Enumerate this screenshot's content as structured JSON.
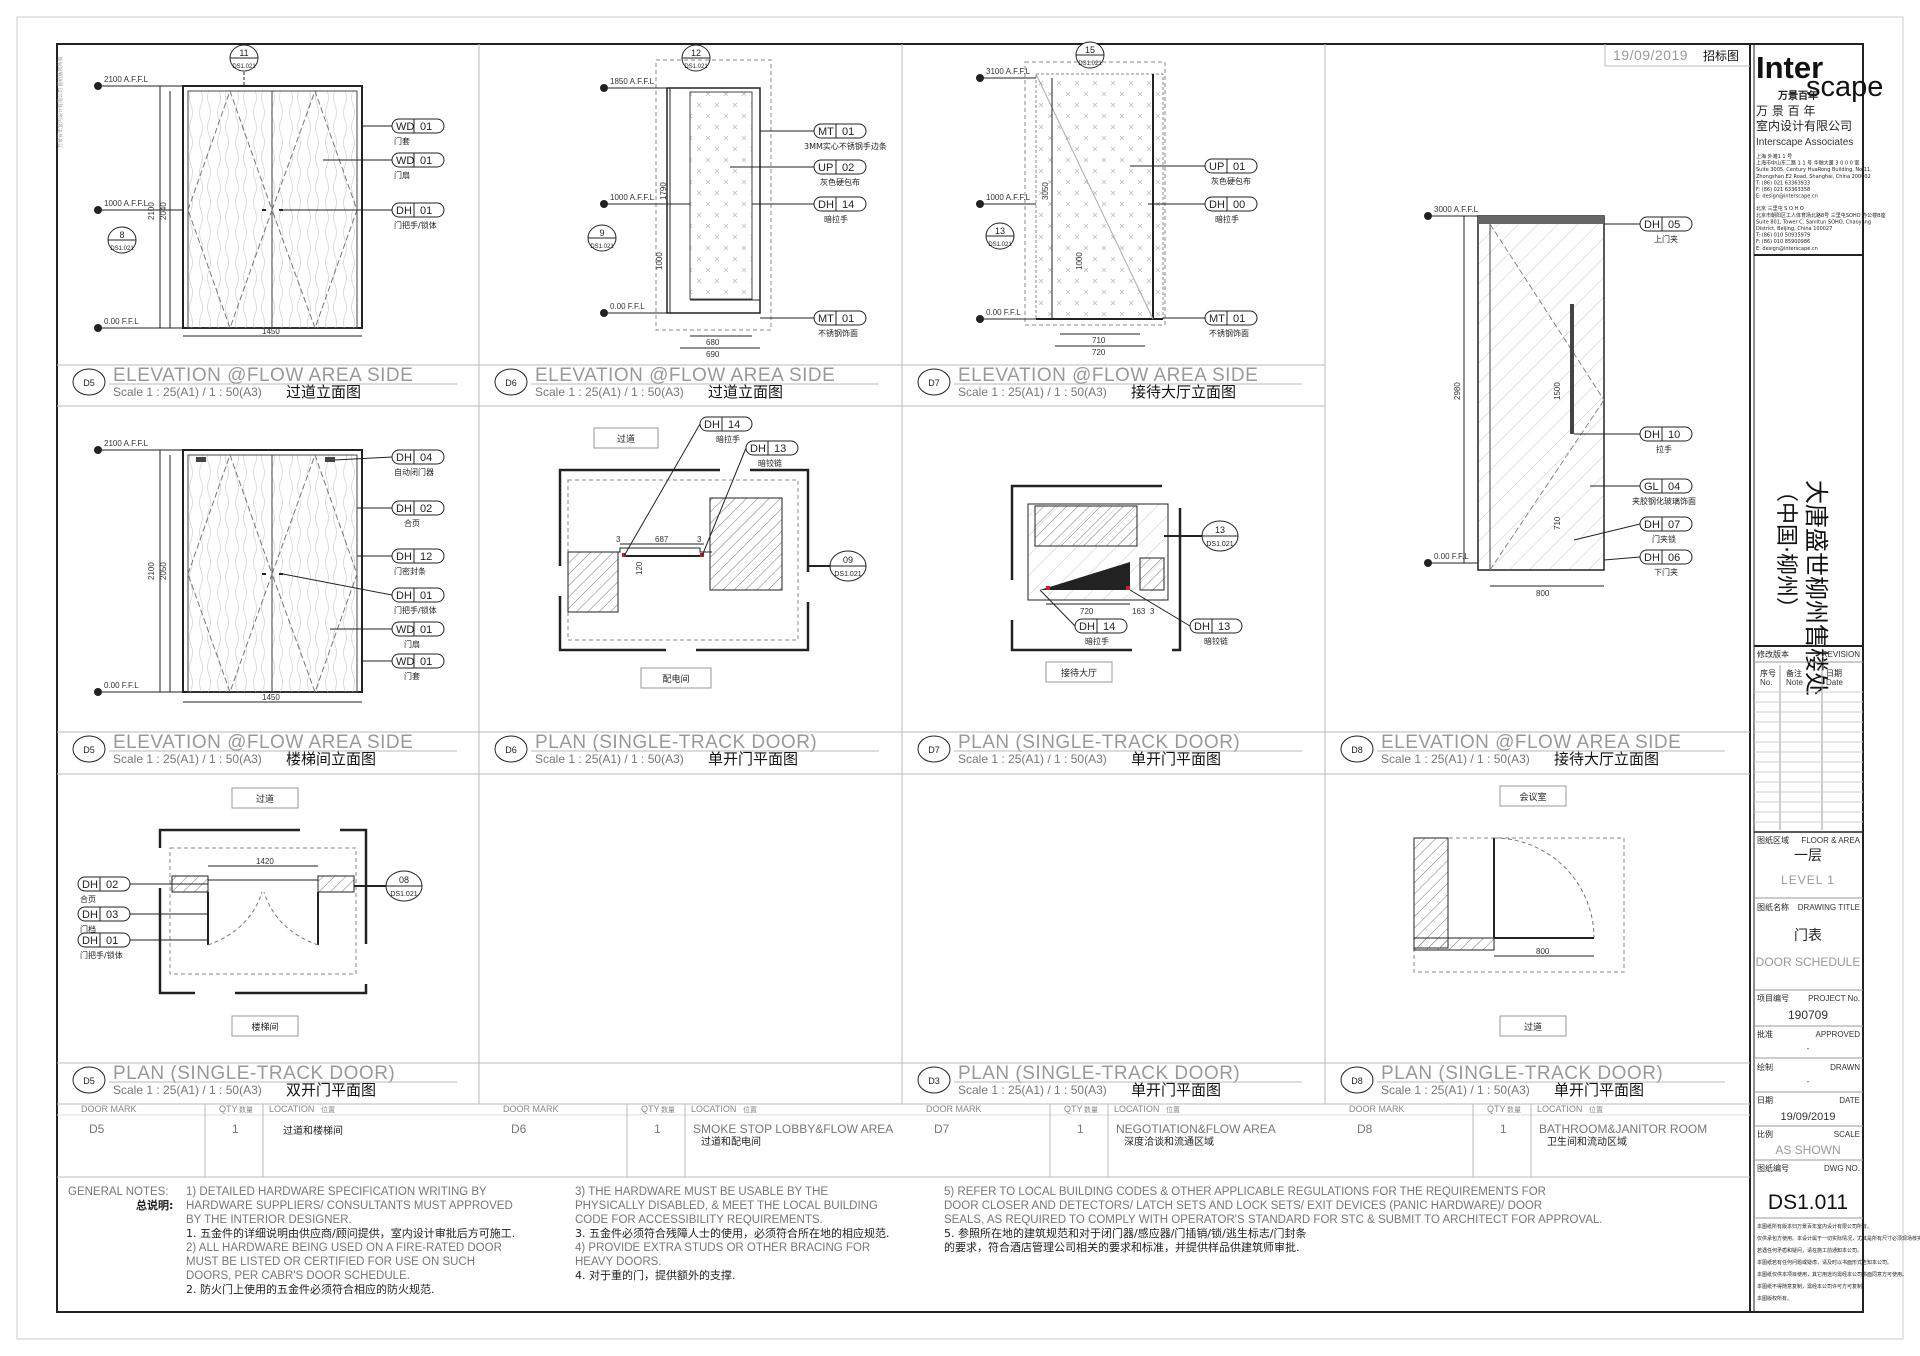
{
  "sheet": {
    "date_stamp": "19/09/2019",
    "stamp_label": "招标图"
  },
  "views": {
    "v1": {
      "tag": "D5",
      "title": "ELEVATION @FLOW AREA SIDE",
      "scale": "Scale  1 : 25(A1) / 1 : 50(A3)",
      "title_cn": "过道立面图",
      "callout_top": "11",
      "callout_top_sub": "DS1.021",
      "callout_side": "8",
      "callout_side_sub": "DS1.021",
      "levels": [
        "2100 A.F.F.L",
        "1000 A.F.F.L",
        "0.00 F.F.L"
      ],
      "dims": [
        "2100",
        "2040",
        "1450"
      ],
      "tags": [
        {
          "code": "WD",
          "no": "01",
          "cn": "门套"
        },
        {
          "code": "WD",
          "no": "01",
          "cn": "门扇"
        },
        {
          "code": "DH",
          "no": "01",
          "cn": "门把手/锁体"
        }
      ]
    },
    "v2": {
      "tag": "D6",
      "title": "ELEVATION @FLOW AREA SIDE",
      "scale": "Scale  1 : 25(A1) / 1 : 50(A3)",
      "title_cn": "过道立面图",
      "callout_top": "12",
      "callout_top_sub": "DS1.021",
      "callout_side": "9",
      "callout_side_sub": "DS1.021",
      "levels": [
        "1850 A.F.F.L",
        "1000 A.F.F.L",
        "0.00 F.F.L"
      ],
      "dims": [
        "1790",
        "1000",
        "680",
        "690"
      ],
      "tags": [
        {
          "code": "MT",
          "no": "01",
          "cn": "3MM实心不锈钢手边条"
        },
        {
          "code": "UP",
          "no": "02",
          "cn": "灰色硬包布"
        },
        {
          "code": "DH",
          "no": "14",
          "cn": "暗拉手"
        },
        {
          "code": "MT",
          "no": "01",
          "cn": "不锈钢饰面"
        }
      ]
    },
    "v3": {
      "tag": "D7",
      "title": "ELEVATION @FLOW AREA SIDE",
      "scale": "Scale  1 : 25(A1) / 1 : 50(A3)",
      "title_cn": "接待大厅立面图",
      "callout_top": "15",
      "callout_top_sub": "DS1.021",
      "callout_side": "13",
      "callout_side_sub": "DS1.021",
      "levels": [
        "3100 A.F.F.L",
        "1000 A.F.F.L",
        "0.00 F.F.L"
      ],
      "dims": [
        "3050",
        "1000",
        "710",
        "720"
      ],
      "tags": [
        {
          "code": "UP",
          "no": "01",
          "cn": "灰色硬包布"
        },
        {
          "code": "DH",
          "no": "00",
          "cn": "暗拉手"
        },
        {
          "code": "MT",
          "no": "01",
          "cn": "不锈钢饰面"
        }
      ]
    },
    "v4": {
      "tag": "D5",
      "title": "ELEVATION @FLOW AREA SIDE",
      "scale": "Scale  1 : 25(A1) / 1 : 50(A3)",
      "title_cn": "楼梯间立面图",
      "levels": [
        "2100 A.F.F.L",
        "0.00 F.F.L"
      ],
      "dims": [
        "2100",
        "2050",
        "1450"
      ],
      "tags": [
        {
          "code": "DH",
          "no": "04",
          "cn": "自动闭门器"
        },
        {
          "code": "DH",
          "no": "02",
          "cn": "合页"
        },
        {
          "code": "DH",
          "no": "12",
          "cn": "门密封条"
        },
        {
          "code": "DH",
          "no": "01",
          "cn": "门把手/锁体"
        },
        {
          "code": "WD",
          "no": "01",
          "cn": "门扇"
        },
        {
          "code": "WD",
          "no": "01",
          "cn": "门套"
        }
      ]
    },
    "v5": {
      "tag": "D6",
      "title": "PLAN (SINGLE-TRACK DOOR)",
      "scale": "Scale  1 : 25(A1) / 1 : 50(A3)",
      "title_cn": "单开门平面图",
      "room_top": "过道",
      "room_bottom": "配电间",
      "dims": [
        "687",
        "3",
        "3",
        "120"
      ],
      "callout": "09",
      "callout_sub": "DS1.021",
      "tags": [
        {
          "code": "DH",
          "no": "14",
          "cn": "暗拉手"
        },
        {
          "code": "DH",
          "no": "13",
          "cn": "暗铰链"
        }
      ]
    },
    "v6": {
      "tag": "D7",
      "title": "PLAN (SINGLE-TRACK DOOR)",
      "scale": "Scale  1 : 25(A1) / 1 : 50(A3)",
      "title_cn": "单开门平面图",
      "room_bottom": "接待大厅",
      "dims": [
        "720",
        "163",
        "3"
      ],
      "callout": "13",
      "callout_sub": "DS1.021",
      "tags": [
        {
          "code": "DH",
          "no": "14",
          "cn": "暗拉手"
        },
        {
          "code": "DH",
          "no": "13",
          "cn": "暗铰链"
        }
      ]
    },
    "v7": {
      "tag": "D8",
      "title": "ELEVATION @FLOW AREA SIDE",
      "scale": "Scale  1 : 25(A1) / 1 : 50(A3)",
      "title_cn": "接待大厅立面图",
      "levels": [
        "3000 A.F.F.L",
        "0.00 F.F.L"
      ],
      "dims": [
        "2980",
        "1500",
        "710",
        "800"
      ],
      "tags": [
        {
          "code": "DH",
          "no": "05",
          "cn": "上门夹"
        },
        {
          "code": "DH",
          "no": "10",
          "cn": "拉手"
        },
        {
          "code": "GL",
          "no": "04",
          "cn": "夹胶钢化玻璃饰面"
        },
        {
          "code": "DH",
          "no": "07",
          "cn": "门夹锁"
        },
        {
          "code": "DH",
          "no": "06",
          "cn": "下门夹"
        }
      ]
    },
    "v8": {
      "tag": "D5",
      "title": "PLAN (SINGLE-TRACK DOOR)",
      "scale": "Scale  1 : 25(A1) / 1 : 50(A3)",
      "title_cn": "双开门平面图",
      "room_top": "过道",
      "room_bottom": "楼梯间",
      "dims": [
        "1420"
      ],
      "callout": "08",
      "callout_sub": "DS1.021",
      "tags": [
        {
          "code": "DH",
          "no": "02",
          "cn": "合页"
        },
        {
          "code": "DH",
          "no": "03",
          "cn": "门档"
        },
        {
          "code": "DH",
          "no": "01",
          "cn": "门把手/锁体"
        }
      ]
    },
    "v9": {
      "tag": "D3",
      "title": "PLAN (SINGLE-TRACK DOOR)",
      "scale": "Scale  1 : 25(A1) / 1 : 50(A3)",
      "title_cn": "单开门平面图"
    },
    "v10": {
      "tag": "D8",
      "title": "PLAN (SINGLE-TRACK DOOR)",
      "scale": "Scale  1 : 25(A1) / 1 : 50(A3)",
      "title_cn": "单开门平面图",
      "room_top": "会议室",
      "room_bottom": "过道",
      "dims": [
        "800"
      ]
    }
  },
  "schedule": {
    "headers": {
      "mark": "DOOR MARK",
      "qty": "QTY",
      "qty_cn": "数量",
      "loc": "LOCATION",
      "loc_cn": "位置"
    },
    "rows": [
      {
        "mark": "D5",
        "qty": "1",
        "loc": "",
        "loc_cn": "过道和楼梯间"
      },
      {
        "mark": "D6",
        "qty": "1",
        "loc": "SMOKE STOP LOBBY&FLOW AREA",
        "loc_cn": "过道和配电间"
      },
      {
        "mark": "D7",
        "qty": "1",
        "loc": "NEGOTIATION&FLOW AREA",
        "loc_cn": "深度洽谈和流通区域"
      },
      {
        "mark": "D8",
        "qty": "1",
        "loc": "BATHROOM&JANITOR ROOM",
        "loc_cn": "卫生间和流动区域"
      }
    ]
  },
  "notes": {
    "label": "GENERAL NOTES:",
    "label_cn": "总说明:",
    "col1": [
      {
        "t": "en",
        "s": "1) DETAILED HARDWARE SPECIFICATION WRITING BY"
      },
      {
        "t": "en",
        "s": "HARDWARE SUPPLIERS/ CONSULTANTS MUST APPROVED"
      },
      {
        "t": "en",
        "s": "BY THE INTERIOR DESIGNER."
      },
      {
        "t": "cn",
        "s": "1. 五金件的详细说明由供应商/顾问提供，室内设计审批后方可施工."
      },
      {
        "t": "en",
        "s": "2) ALL HARDWARE BEING USED ON A FIRE-RATED DOOR"
      },
      {
        "t": "en",
        "s": "MUST BE LISTED OR CERTIFIED FOR USE ON SUCH"
      },
      {
        "t": "en",
        "s": "DOORS, PER CABR'S DOOR SCHEDULE."
      },
      {
        "t": "cn",
        "s": "2. 防火门上使用的五金件必须符合相应的防火规范."
      }
    ],
    "col2": [
      {
        "t": "en",
        "s": "3) THE HARDWARE MUST BE USABLE BY THE"
      },
      {
        "t": "en",
        "s": "PHYSICALLY DISABLED, & MEET THE LOCAL BUILDING"
      },
      {
        "t": "en",
        "s": "CODE FOR ACCESSIBILITY REQUIREMENTS."
      },
      {
        "t": "cn",
        "s": "3. 五金件必须符合残障人士的使用，必须符合所在地的相应规范."
      },
      {
        "t": "en",
        "s": "4) PROVIDE EXTRA STUDS OR OTHER BRACING FOR"
      },
      {
        "t": "en",
        "s": "HEAVY DOORS."
      },
      {
        "t": "cn",
        "s": "4. 对于重的门，提供额外的支撑."
      }
    ],
    "col3": [
      {
        "t": "en",
        "s": "5) REFER TO LOCAL BUILDING CODES & OTHER    APPLICABLE REGULATIONS FOR THE REQUIREMENTS FOR"
      },
      {
        "t": "en",
        "s": "DOOR CLOSER AND DETECTORS/ LATCH SETS AND        LOCK SETS/ EXIT DEVICES (PANIC HARDWARE)/ DOOR"
      },
      {
        "t": "en",
        "s": "SEALS, AS REQUIRED TO COMPLY WITH OPERATOR'S        STANDARD FOR STC & SUBMIT TO ARCHITECT FOR    APPROVAL."
      },
      {
        "t": "cn",
        "s": "5. 参照所在地的建筑规范和对于闭门器/感应器/门插销/锁/逃生标志/门封条"
      },
      {
        "t": "cn",
        "s": "的要求，符合酒店管理公司相关的要求和标准，并提供样品供建筑师审批."
      }
    ]
  },
  "titleblock": {
    "logo_a": "Inter",
    "logo_b": "scape",
    "logo_cn_small": "万景百年",
    "company_cn_1": "万  景  百  年",
    "company_cn_2": "室内设计有限公司",
    "company_en": "Interscape Associates",
    "address_lines": [
      "上海  外滩1 1 号",
      "上海市中山东二路 1 1 号  华融大厦 3 0 0 0 室",
      "Suite 3005, Century HuaRong Building, No.11,",
      "Zhongshan E2 Road, Shanghai, China 200002",
      "T: (86) 021 63363933",
      "F: (86) 021 63363358",
      "E: design@interscape.cn",
      "北京  三里屯 S O H O",
      "北京市朝阳区工人体育场北路8号  三里屯SOHO 办公楼B座",
      "Suite 801, Tower C, Sanlitun SOHO, Chaoyang",
      "District, Beijing, China 100027",
      "T: (86) 010 50935979",
      "F: (86) 010 85900986",
      "E: design@interscape.cn"
    ],
    "project_title": "大唐盛世柳州售楼处",
    "project_sub": "（中国·柳州）",
    "revision_cn": "修改版本",
    "revision_en": "REVISION",
    "rev_cols": [
      {
        "cn": "序号",
        "en": "No."
      },
      {
        "cn": "备注",
        "en": "Note"
      },
      {
        "cn": "日期",
        "en": "Date"
      }
    ],
    "floor_cn": "图纸区域",
    "floor_en": "FLOOR & AREA",
    "floor_val_cn": "一层",
    "floor_val_en": "LEVEL 1",
    "title_cn": "图纸名称",
    "title_en": "DRAWING TITLE",
    "title_val_cn": "门表",
    "title_val_en": "DOOR SCHEDULE",
    "projno_cn": "项目编号",
    "projno_en": "PROJECT No.",
    "projno_val": "190709",
    "approved_cn": "批准",
    "approved_en": "APPROVED",
    "approved_val": "-",
    "drawn_cn": "绘制",
    "drawn_en": "DRAWN",
    "drawn_val": "-",
    "date_cn": "日期",
    "date_en": "DATE",
    "date_val": "19/09/2019",
    "scale_cn": "比例",
    "scale_en": "SCALE",
    "scale_val": "AS SHOWN",
    "dwg_cn": "图纸编号",
    "dwg_en": "DWG NO.",
    "dwg_val": "DS1.011",
    "disclaimer": [
      "本图纸所有版本归万景百年室内设计有限公司所有。",
      "仅供承包方使用。本设计属于一切实际情况，尤其是所有尺寸必须现场核实。",
      "若遇任何矛盾和疑问，请在施工前通知本公司。",
      "本图纸若有任何问题或疑虑，请及时以书面形式告知本公司。",
      "本图纸仅供本项目使用，其它用途均需经本公司书面同意方可使用。",
      "本图纸不得随意复制，需经本公司许可方可复制。",
      "本图版权所有。"
    ]
  }
}
